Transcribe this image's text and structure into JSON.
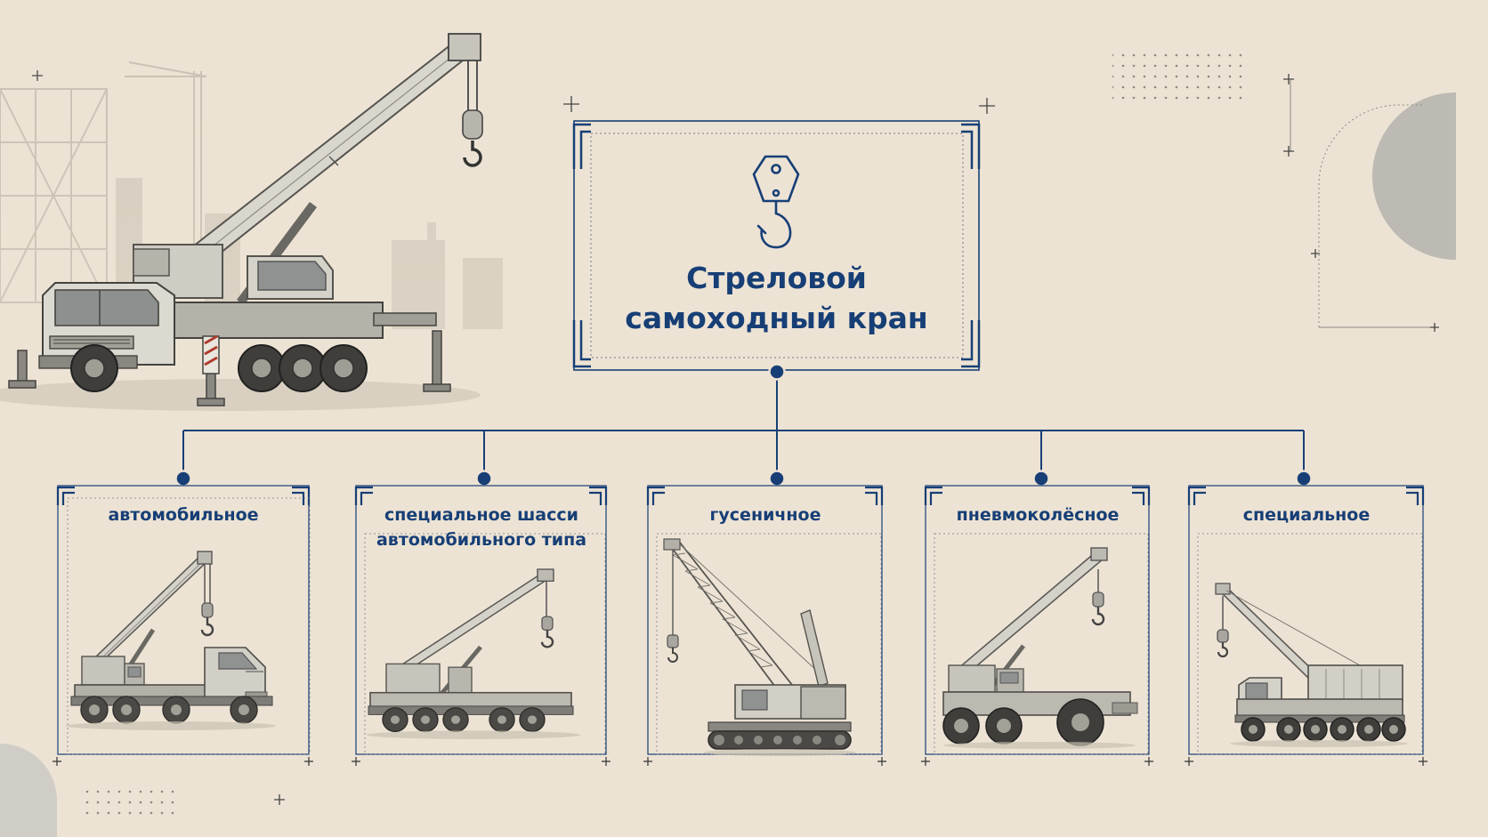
{
  "root": {
    "title_line1": "Стреловой",
    "title_line2": "самоходный кран",
    "icon": "crane-hook-icon"
  },
  "categories": [
    {
      "label_line1": "автомобильное",
      "label_line2": "",
      "image": "truck-crane-image"
    },
    {
      "label_line1": "специальное шасси",
      "label_line2": "автомобильного типа",
      "image": "special-chassis-crane-image"
    },
    {
      "label_line1": "гусеничное",
      "label_line2": "",
      "image": "crawler-crane-image"
    },
    {
      "label_line1": "пневмоколёсное",
      "label_line2": "",
      "image": "pneumatic-wheel-crane-image"
    },
    {
      "label_line1": "специальное",
      "label_line2": "",
      "image": "special-crane-image"
    }
  ],
  "colors": {
    "accent": "#173f76",
    "background": "#ede3d4",
    "sketch": "#7a776f"
  }
}
